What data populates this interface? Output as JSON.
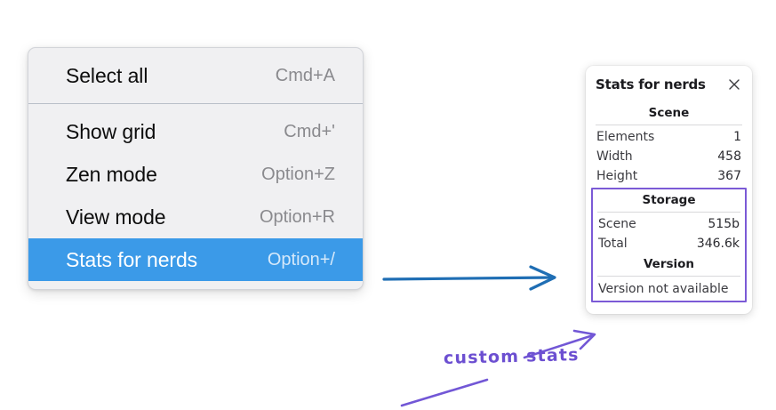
{
  "menu": {
    "groups": [
      {
        "items": [
          {
            "label": "Select all",
            "shortcut": "Cmd+A",
            "selected": false
          }
        ]
      },
      {
        "items": [
          {
            "label": "Show grid",
            "shortcut": "Cmd+'",
            "selected": false
          },
          {
            "label": "Zen mode",
            "shortcut": "Option+Z",
            "selected": false
          },
          {
            "label": "View mode",
            "shortcut": "Option+R",
            "selected": false
          },
          {
            "label": "Stats for nerds",
            "shortcut": "Option+/",
            "selected": true
          }
        ]
      }
    ],
    "highlight_color": "#3b9ae8"
  },
  "stats_panel": {
    "title": "Stats for nerds",
    "close_icon": "close-icon",
    "scene": {
      "heading": "Scene",
      "rows": [
        {
          "label": "Elements",
          "value": "1"
        },
        {
          "label": "Width",
          "value": "458"
        },
        {
          "label": "Height",
          "value": "367"
        }
      ]
    },
    "storage": {
      "heading": "Storage",
      "rows": [
        {
          "label": "Scene",
          "value": "515b"
        },
        {
          "label": "Total",
          "value": "346.6k"
        }
      ]
    },
    "version": {
      "heading": "Version",
      "note": "Version not available"
    },
    "highlight_color": "#7b5ad6"
  },
  "annotations": {
    "custom_stats_label": "custom stats",
    "arrow_blue_color": "#1f6eb4",
    "arrow_purple_color": "#7257d6"
  }
}
